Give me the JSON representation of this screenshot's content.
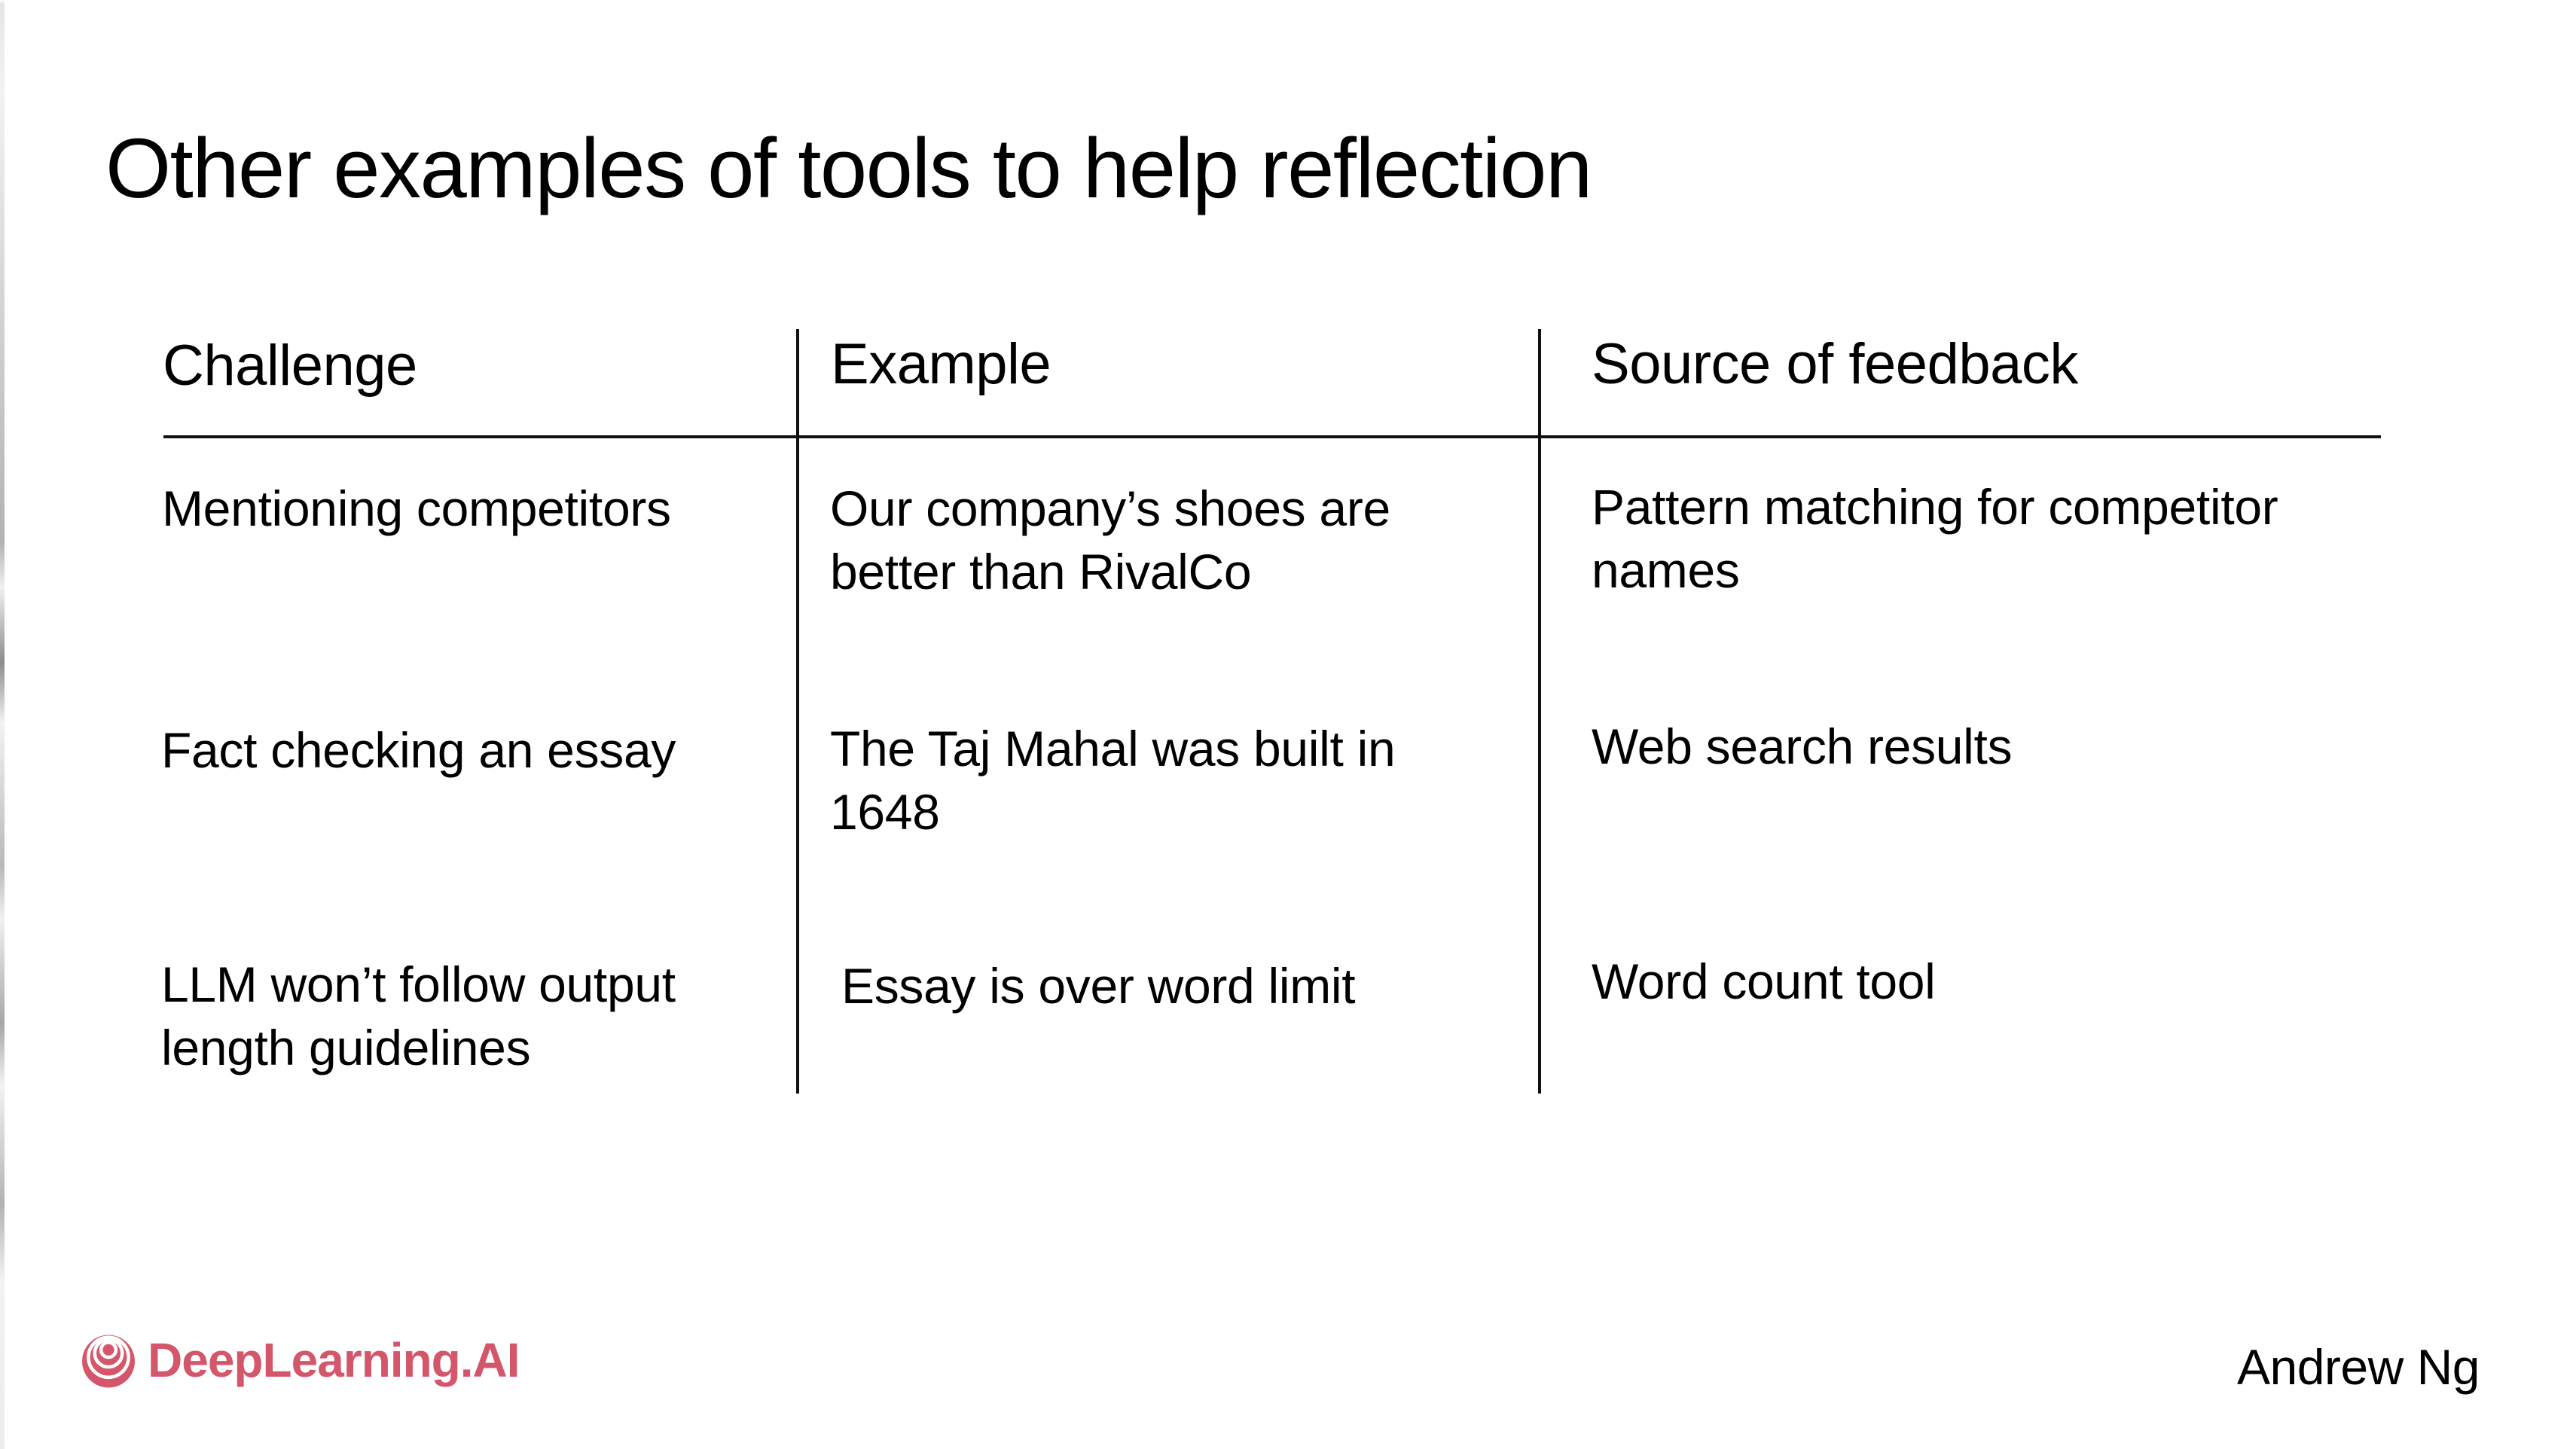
{
  "slide": {
    "title": "Other examples of tools to help reflection",
    "background_color": "#FFFFFF",
    "text_color": "#000000",
    "rule_color": "#111111"
  },
  "table": {
    "headers": [
      "Challenge",
      "Example",
      "Source of feedback"
    ],
    "rows": [
      {
        "challenge": "Mentioning competitors",
        "example": "Our company’s shoes are better than RivalCo",
        "source": "Pattern matching for competitor names"
      },
      {
        "challenge": "Fact checking an essay",
        "example": "The Taj Mahal was built in 1648",
        "source": "Web search results"
      },
      {
        "challenge": "LLM won’t follow output length guidelines",
        "example": "Essay is over word limit",
        "source": "Word count tool"
      }
    ]
  },
  "footer": {
    "logo_text": "DeepLearning.AI",
    "logo_icon": "deeplearning-spiral-icon",
    "logo_color": "#D4566A",
    "author": "Andrew Ng"
  }
}
